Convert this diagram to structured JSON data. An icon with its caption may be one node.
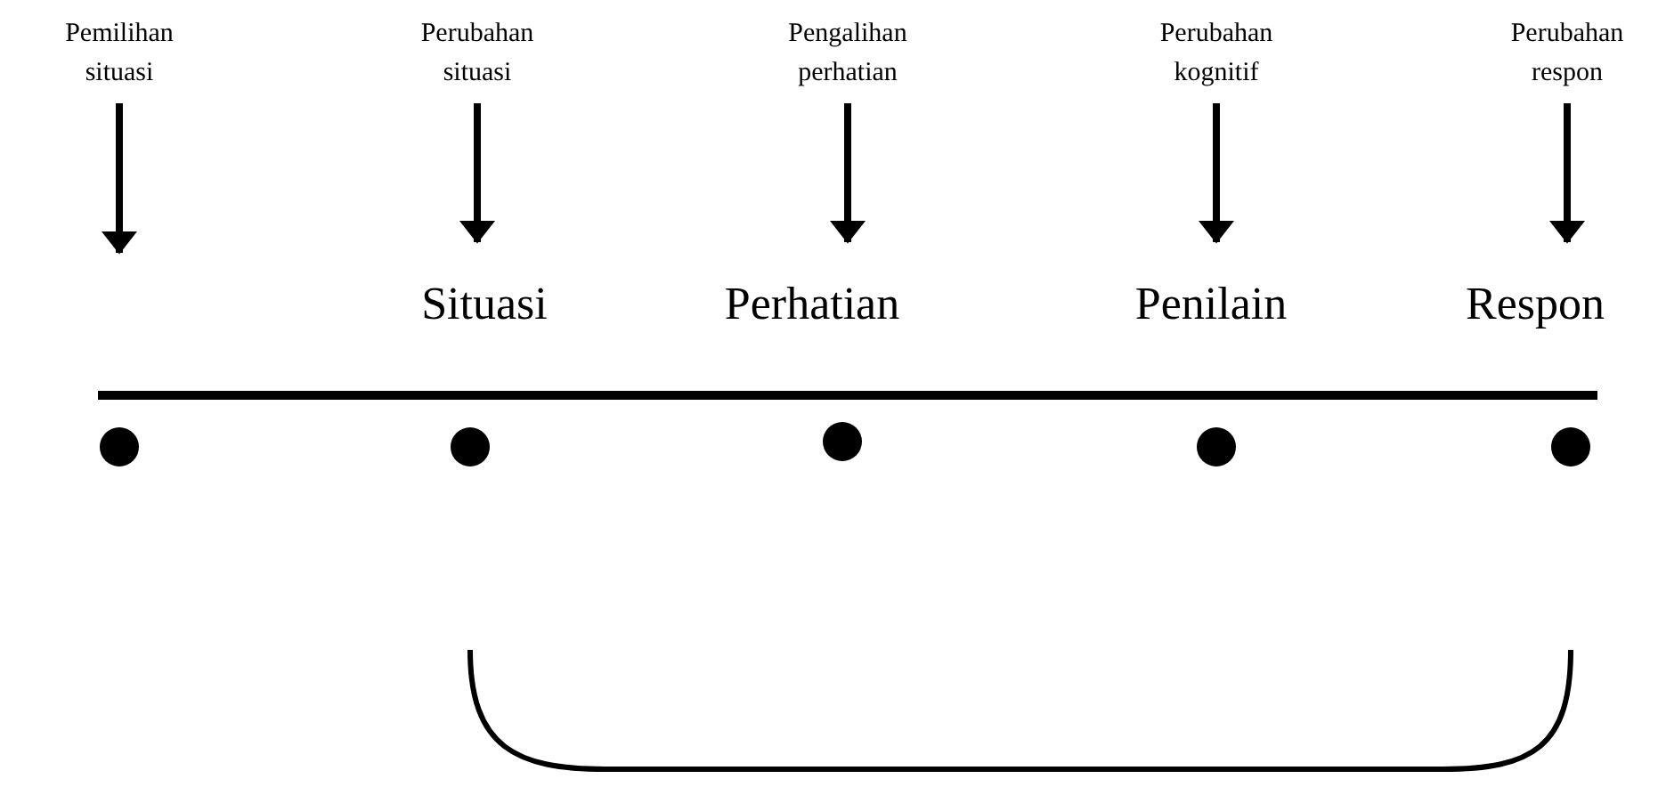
{
  "diagram": {
    "nodes": [
      {
        "text": [
          "Pemilihan situasi"
        ]
      },
      {
        "text": [
          "Perubahan situasi"
        ]
      },
      {
        "text": [
          "Pengalihan perhatian"
        ]
      },
      {
        "text": [
          "Perubahan kognitif"
        ]
      },
      {
        "text": [
          "Perubahan respon"
        ]
      },
      {
        "text": [
          "Situasi"
        ]
      },
      {
        "text": [
          "Perhatian"
        ]
      },
      {
        "text": [
          "Penilain"
        ]
      },
      {
        "text": [
          "Respon"
        ]
      },
      {
        "text": [],
        "shape": "circle"
      },
      {
        "text": [],
        "shape": "circle"
      },
      {
        "text": [],
        "shape": "circle"
      },
      {
        "text": [],
        "shape": "circle"
      },
      {
        "text": [],
        "shape": "circle"
      }
    ],
    "edges": [
      {
        "from": 0,
        "to": null,
        "arrow": "to"
      },
      {
        "from": 1,
        "to": 5,
        "arrow": "to"
      },
      {
        "from": 2,
        "to": 6,
        "arrow": "to"
      },
      {
        "from": 3,
        "to": 7,
        "arrow": "to"
      },
      {
        "from": 4,
        "to": 8,
        "arrow": "to"
      }
    ]
  }
}
